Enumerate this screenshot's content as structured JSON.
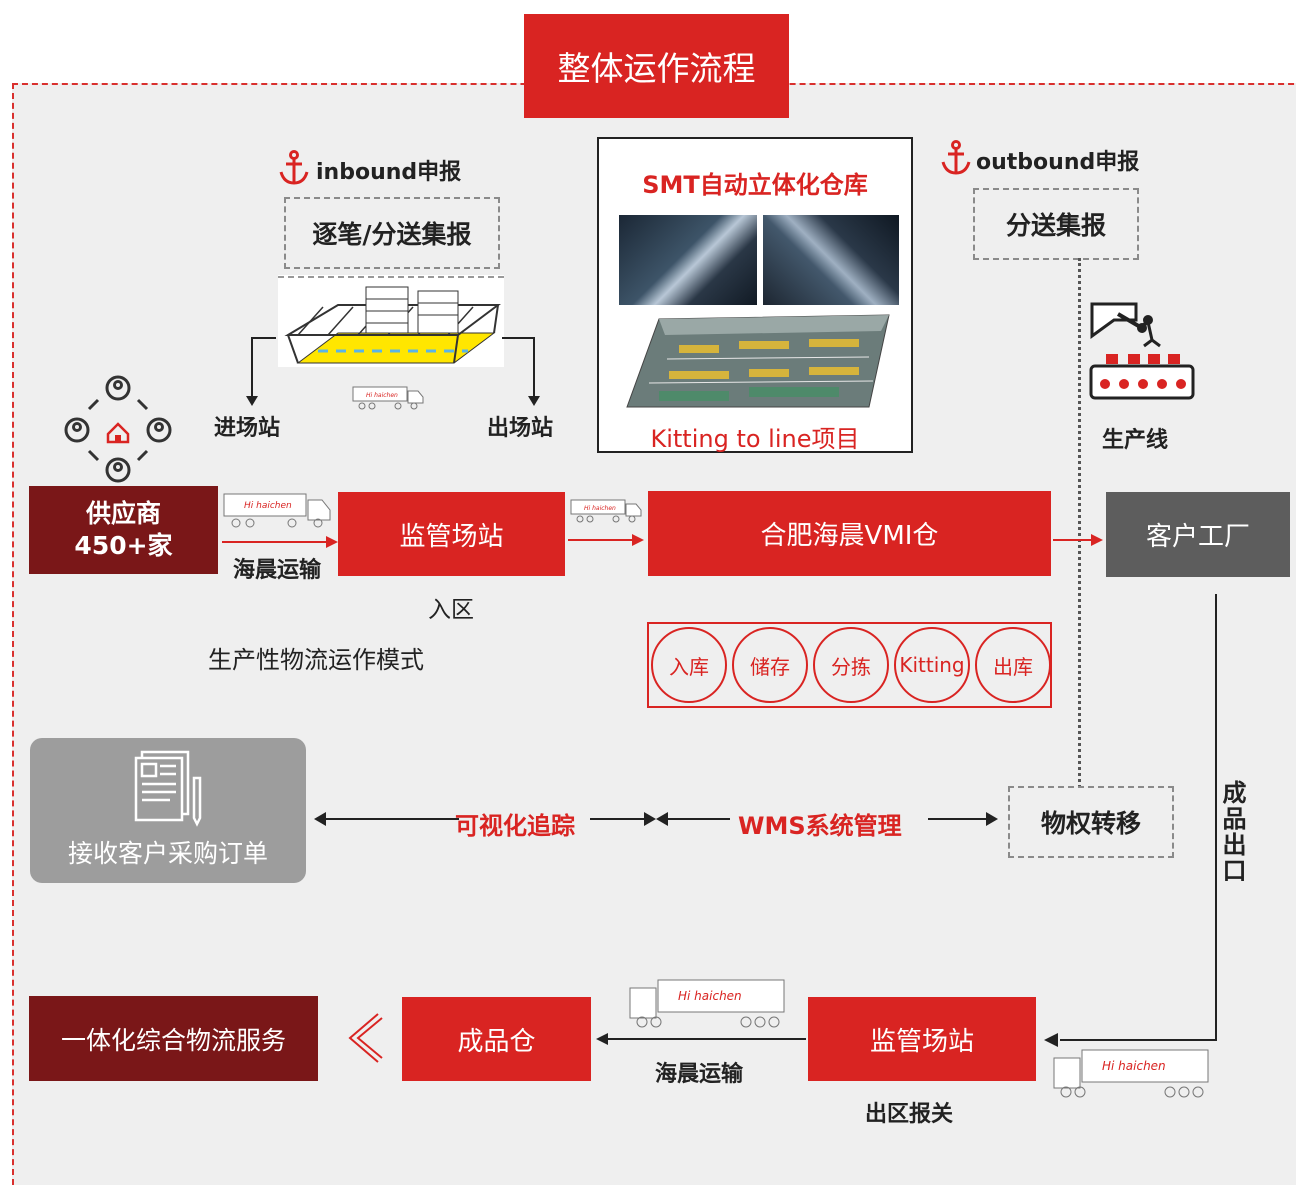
{
  "header": {
    "title": "整体运作流程"
  },
  "inbound": {
    "label": "inbound申报",
    "box": "逐笔/分送集报",
    "entry": "进场站",
    "exit": "出场站"
  },
  "outbound": {
    "label": "outbound申报",
    "box": "分送集报"
  },
  "smt": {
    "title": "SMT自动立体化仓库",
    "caption": "Kitting to line项目"
  },
  "production": {
    "label": "生产线"
  },
  "supplier": {
    "line1": "供应商",
    "line2": "450+家"
  },
  "transport": {
    "haichen1": "海晨运输",
    "haichen2": "海晨运输"
  },
  "flow": {
    "station": "监管场站",
    "station_sub": "入区",
    "vmi": "合肥海晨VMI仓",
    "factory": "客户工厂",
    "mode": "生产性物流运作模式"
  },
  "vmi_steps": [
    "入库",
    "储存",
    "分拣",
    "Kitting",
    "出库"
  ],
  "order": {
    "label": "接收客户采购订单"
  },
  "middle": {
    "track": "可视化追踪",
    "wms": "WMS系统管理",
    "ownership": "物权转移"
  },
  "export": {
    "label": "成品出口"
  },
  "bottom": {
    "service": "一体化综合物流服务",
    "warehouse": "成品仓",
    "station": "监管场站",
    "customs": "出区报关"
  },
  "colors": {
    "accent": "#d92422",
    "dark": "#7a1718",
    "grey": "#5d5d5d"
  }
}
